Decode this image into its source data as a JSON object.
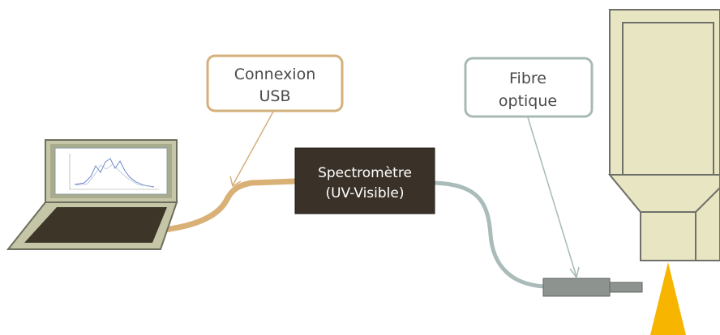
{
  "labels": {
    "usb_callout": [
      "Connexion",
      "USB"
    ],
    "fiber_callout": [
      "Fibre",
      "optique"
    ],
    "spectrometer": [
      "Spectromètre",
      "(UV-Visible)"
    ]
  },
  "colors": {
    "usb_cable": "#d9b075",
    "usb_callout_border": "#d4b07c",
    "fiber_cable": "#a9bcb9",
    "fiber_callout_border": "#a8bab6",
    "spectrometer_body": "#3a3228",
    "laptop_frame": "#c5c6a8",
    "laptop_frame_border": "#6e6e5c",
    "keyboard": "#3d3528",
    "probe": "#8d948f",
    "nozzle_fill": "#e8e6c2",
    "nozzle_border": "#70706a",
    "flame": "#f7b500"
  },
  "icons": {
    "spectrum_plot": "spectrum-plot-icon",
    "laptop": "laptop-icon",
    "probe": "fiber-probe-icon",
    "nozzle": "nozzle-icon",
    "flame": "flame-icon"
  }
}
